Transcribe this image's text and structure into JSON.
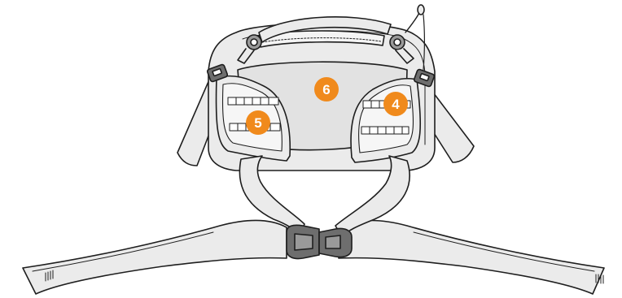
{
  "diagram": {
    "callouts": [
      {
        "number": "6",
        "color": "#f08a1c"
      },
      {
        "number": "4",
        "color": "#f08a1c"
      },
      {
        "number": "5",
        "color": "#f08a1c"
      }
    ],
    "colors": {
      "outline": "#1e1e1e",
      "fill": "#ebebeb",
      "panel": "#e2e2e2",
      "buckle": "#6e6e6e",
      "buckle_light": "#9a9a9a"
    }
  }
}
